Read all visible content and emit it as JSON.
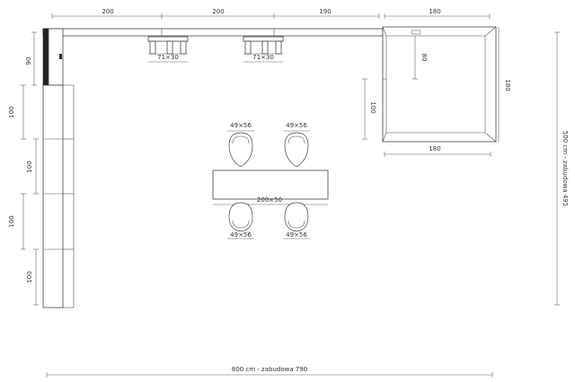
{
  "dimensions": {
    "top_segment_1": "200",
    "top_segment_2": "200",
    "top_segment_3": "190",
    "top_right": "180",
    "left_top": "90",
    "left_1": "100",
    "left_2": "100",
    "left_3": "100",
    "left_4": "100",
    "right_total": "500 cm - zabudowa 495",
    "bottom_total": "800 cm - zabudowa 790",
    "corner_inner_vertical": "80",
    "corner_right_vertical": "180",
    "corner_left_vertical": "100",
    "corner_bottom": "180"
  },
  "labels": {
    "rack_1": "71×30",
    "rack_2": "71×30",
    "chair_top_left": "49×56",
    "chair_top_right": "49×56",
    "chair_bottom_left": "49×56",
    "chair_bottom_right": "49×56",
    "table": "200×50"
  }
}
